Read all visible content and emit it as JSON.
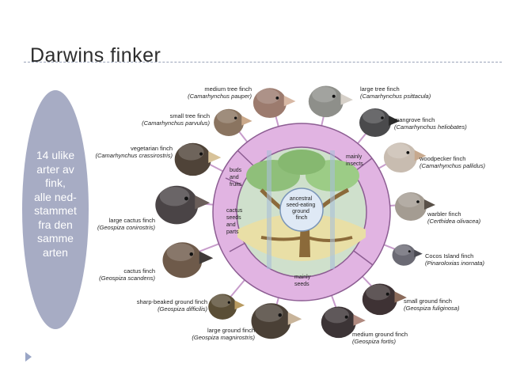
{
  "title": "Darwins finker",
  "sidebar": {
    "lines": [
      "14 ulike",
      "arter av",
      "fink,",
      "alle ned-",
      "stammet",
      "fra den",
      "samme",
      "arten"
    ]
  },
  "center": {
    "lines": [
      "ancestral",
      "seed-eating",
      "ground",
      "finch"
    ]
  },
  "diet": {
    "insects": [
      "mainly",
      "insects"
    ],
    "buds": [
      "buds",
      "and",
      "fruits"
    ],
    "cactus": [
      "cactus",
      "seeds",
      "and",
      "parts"
    ],
    "seeds": [
      "mainly",
      "seeds"
    ]
  },
  "finches": [
    {
      "common": "medium tree finch",
      "latin": "(Camarhynchus pauper)",
      "beak": "#d7b8a4",
      "head": "#9c7b6e"
    },
    {
      "common": "large tree finch",
      "latin": "(Camarhynchus psittacula)",
      "beak": "#d6d0c8",
      "head": "#8e8f8a"
    },
    {
      "common": "small tree finch",
      "latin": "(Camarhynchus parvulus)",
      "beak": "#cba98a",
      "head": "#8a7460"
    },
    {
      "common": "mangrove finch",
      "latin": "(Camarhynchus heliobates)",
      "beak": "#2a2a2a",
      "head": "#4a4a4c"
    },
    {
      "common": "vegetarian finch",
      "latin": "(Camarhynchus crassirostris)",
      "beak": "#d8c39a",
      "head": "#4f4338"
    },
    {
      "common": "woodpecker finch",
      "latin": "(Camarhynchus pallidus)",
      "beak": "#c7a98e",
      "head": "#c8bcb0"
    },
    {
      "common": "large cactus finch",
      "latin": "(Geospiza conirostris)",
      "beak": "#6a5e5a",
      "head": "#4a4446"
    },
    {
      "common": "warbler finch",
      "latin": "(Certhidea olivacea)",
      "beak": "#595048",
      "head": "#a49c92"
    },
    {
      "common": "Cocos Island finch",
      "latin": "(Pinaroloxias inornata)",
      "beak": "#4a4a52",
      "head": "#6b6a74"
    },
    {
      "common": "cactus finch",
      "latin": "(Geospiza scandens)",
      "beak": "#3f3a38",
      "head": "#6e5a4a"
    },
    {
      "common": "small ground finch",
      "latin": "(Geospiza fuliginosa)",
      "beak": "#8a6a5a",
      "head": "#3e3234"
    },
    {
      "common": "sharp-beaked ground finch",
      "latin": "(Geospiza difficilis)",
      "beak": "#b89a60",
      "head": "#5a4e36"
    },
    {
      "common": "medium ground finch",
      "latin": "(Geospiza fortis)",
      "beak": "#b08a80",
      "head": "#3c3436"
    },
    {
      "common": "large ground finch",
      "latin": "(Geospiza magnirostris)",
      "beak": "#c8b49a",
      "head": "#4a4036"
    }
  ]
}
